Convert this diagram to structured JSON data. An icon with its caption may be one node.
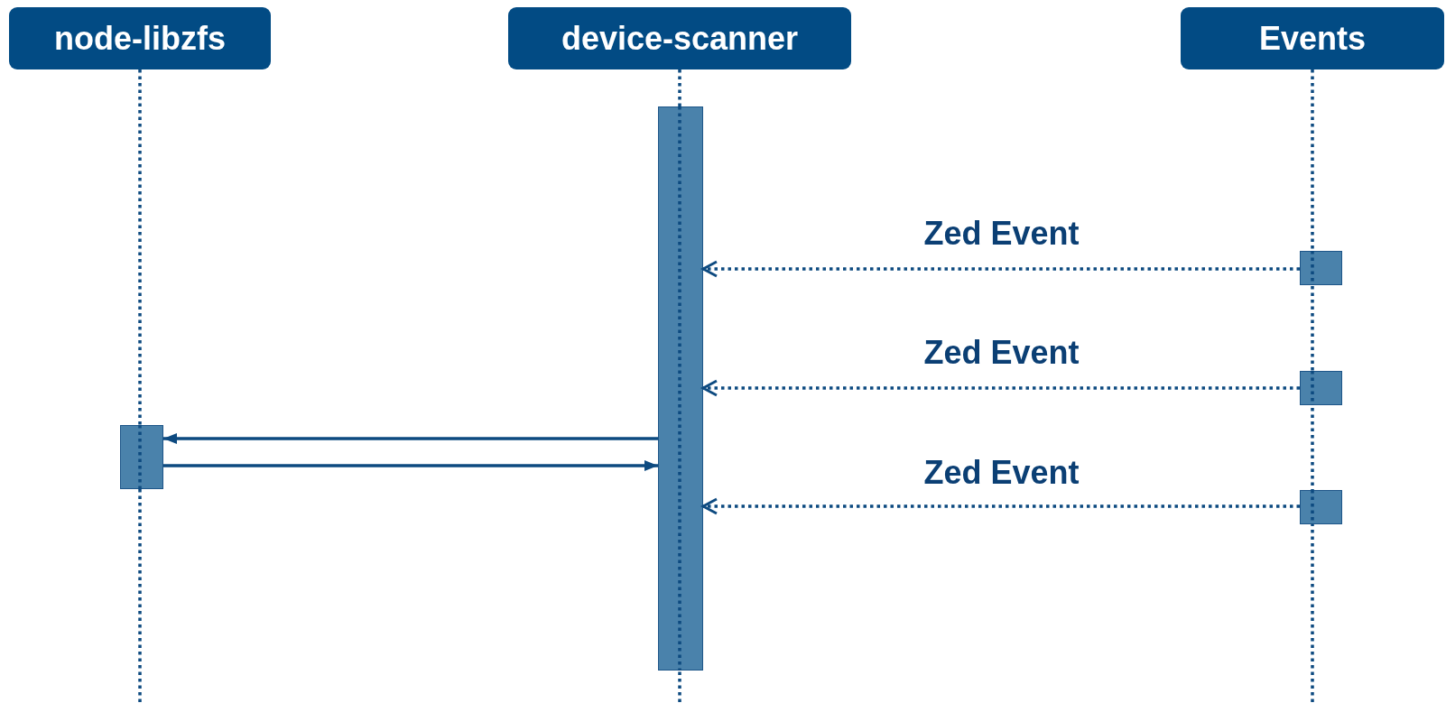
{
  "diagram": {
    "nodes": [
      {
        "text": [
          "node-libzfs"
        ]
      },
      {
        "text": [
          "device-scanner"
        ]
      },
      {
        "text": [
          "Events"
        ]
      },
      {
        "text": [],
        "shape": "bar"
      },
      {
        "text": [],
        "shape": "bar"
      },
      {
        "text": [],
        "shape": "bar"
      },
      {
        "text": [],
        "shape": "bar"
      },
      {
        "text": [],
        "shape": "bar"
      }
    ],
    "edges": [
      {
        "from": 4,
        "to": 3,
        "arrow": "to",
        "label": "Zed Event",
        "style": "dashed"
      },
      {
        "from": 5,
        "to": 3,
        "arrow": "to",
        "label": "Zed Event",
        "style": "dashed"
      },
      {
        "from": 3,
        "to": 6,
        "arrow": "to"
      },
      {
        "from": 6,
        "to": 3,
        "arrow": "to"
      },
      {
        "from": 7,
        "to": 3,
        "arrow": "to",
        "label": "Zed Event",
        "style": "dashed"
      }
    ]
  }
}
